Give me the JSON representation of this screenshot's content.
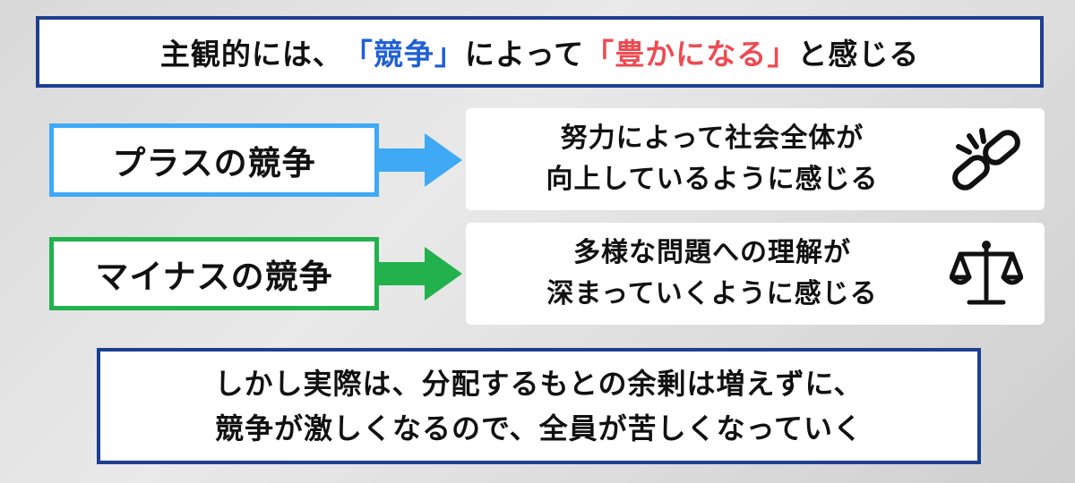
{
  "header": {
    "part1": "主観的には、",
    "part2": "「競争」",
    "part3": "によって",
    "part4": "「豊かになる」",
    "part5": "と感じる",
    "colors": {
      "border": "#1d3f8f",
      "blue_text": "#1f5fd6",
      "red_text": "#ec4b52"
    }
  },
  "plus": {
    "label": "プラスの競争",
    "line1": "努力によって社会全体が",
    "line2": "向上しているように感じる",
    "icon": "broken-chain-icon",
    "color": "#3fa9f5"
  },
  "minus": {
    "label": "マイナスの競争",
    "line1": "多様な問題への理解が",
    "line2": "深まっていくように感じる",
    "icon": "balance-scale-icon",
    "color": "#22b14c"
  },
  "footer": {
    "line1": "しかし実際は、分配するもとの余剰は増えずに、",
    "line2": "競争が激しくなるので、全員が苦しくなっていく"
  }
}
